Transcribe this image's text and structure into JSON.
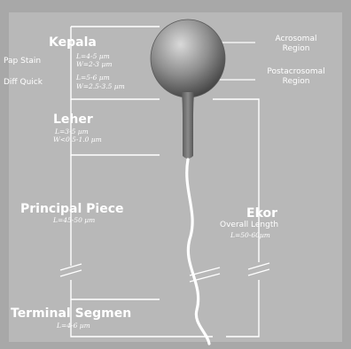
{
  "kepala": {
    "title": "Kepala",
    "pap_stain_label": "Pap Stain",
    "pap_stain_length": "L=4-5 µm",
    "pap_stain_width": "W=2-3 µm",
    "diff_quick_label": "Diff Quick",
    "diff_quick_length": "L=5-6 µm",
    "diff_quick_width": "W=2.5-3.5 µm"
  },
  "leher": {
    "title": "Leher",
    "length": "L=3-5 µm",
    "width": "W<0.5-1.0 µm"
  },
  "principal_piece": {
    "title": "Principal Piece",
    "length": "L=45-50 µm"
  },
  "terminal_segmen": {
    "title": "Terminal Segmen",
    "length": "L=4-6 µm"
  },
  "acrosomal": {
    "line1": "Acrosomal",
    "line2": "Region"
  },
  "postacrosomal": {
    "line1": "Postacrosomal",
    "line2": "Region"
  },
  "ekor": {
    "title": "Ekor",
    "subtitle": "Overall Length",
    "length": "L=50-60µm"
  },
  "colors": {
    "background": "#a8a8a8",
    "head_dark": "#4e4e4e",
    "head_light": "#d8d8d8",
    "line": "#ffffff"
  }
}
